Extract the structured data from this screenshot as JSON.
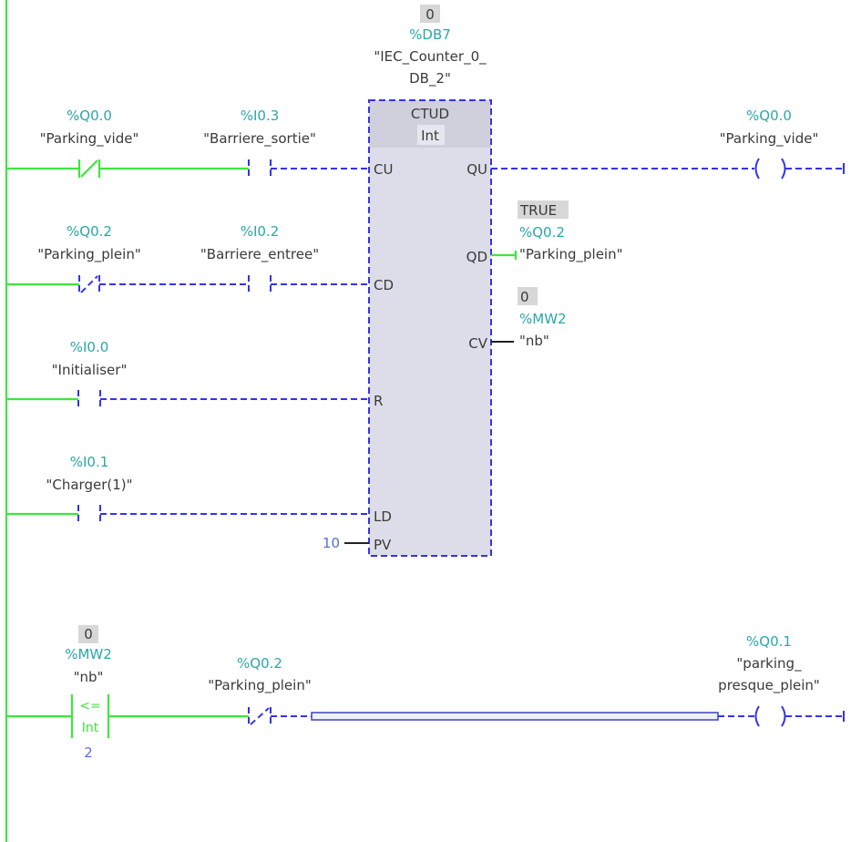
{
  "counter_block": {
    "instance_value": "0",
    "instance_address": "%DB7",
    "instance_name_line1": "\"IEC_Counter_0_",
    "instance_name_line2": "DB_2\"",
    "type": "CTUD",
    "data_type": "Int",
    "pins": {
      "cu": "CU",
      "cd": "CD",
      "r": "R",
      "ld": "LD",
      "pv": "PV",
      "qu": "QU",
      "qd": "QD",
      "cv": "CV"
    },
    "pv_value": "10"
  },
  "network1": {
    "contacts": [
      {
        "address": "%Q0.0",
        "symbol": "\"Parking_vide\"",
        "type": "normally-closed"
      },
      {
        "address": "%I0.3",
        "symbol": "\"Barriere_sortie\"",
        "type": "normally-open"
      },
      {
        "address": "%Q0.2",
        "symbol": "\"Parking_plein\"",
        "type": "normally-closed"
      },
      {
        "address": "%I0.2",
        "symbol": "\"Barriere_entree\"",
        "type": "normally-open"
      },
      {
        "address": "%I0.0",
        "symbol": "\"Initialiser\"",
        "type": "normally-open"
      },
      {
        "address": "%I0.1",
        "symbol": "\"Charger(1)\"",
        "type": "normally-open"
      }
    ],
    "coil_qu": {
      "address": "%Q0.0",
      "symbol": "\"Parking_vide\""
    },
    "qd_output": {
      "value": "TRUE",
      "address": "%Q0.2",
      "symbol": "\"Parking_plein\""
    },
    "cv_output": {
      "value": "0",
      "address": "%MW2",
      "symbol": "\"nb\""
    }
  },
  "network2": {
    "comparator": {
      "value": "0",
      "address": "%MW2",
      "symbol": "\"nb\"",
      "operator": "<=",
      "data_type": "Int",
      "operand": "2"
    },
    "contact": {
      "address": "%Q0.2",
      "symbol": "\"Parking_plein\"",
      "type": "normally-closed"
    },
    "coil": {
      "address": "%Q0.1",
      "symbol_line1": "\"parking_",
      "symbol_line2": "presque_plein\""
    }
  },
  "colors": {
    "energized": "#3ee63e",
    "de_energized": "#3333ee",
    "address": "#2aa7a7",
    "block_fill": "#dcdde8"
  }
}
